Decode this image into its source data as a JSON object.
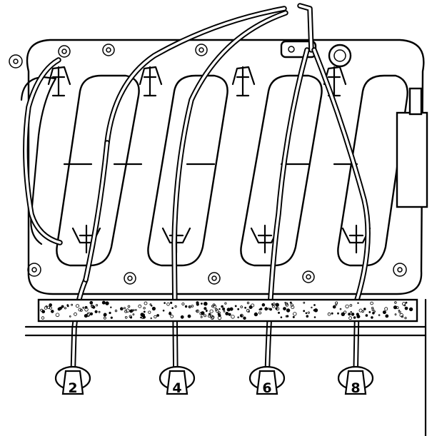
{
  "diagram": {
    "plug_labels": [
      "2",
      "4",
      "6",
      "8"
    ]
  }
}
